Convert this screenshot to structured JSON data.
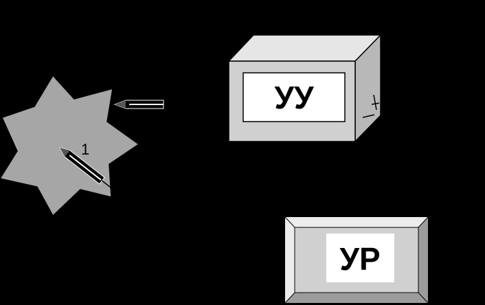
{
  "diagram": {
    "background_color": "#000000",
    "star": {
      "fill_color": "#a6a6a6",
      "label": "1"
    },
    "control_unit": {
      "label": "УУ",
      "front_color": "#d0d0d0",
      "top_color": "#e6e6e6",
      "side_color": "#b8b8b8",
      "label_bg_color": "#ffffff"
    },
    "regulator_unit": {
      "label": "УР",
      "face_color": "#d0d0d0",
      "bevel_light_color": "#ececec",
      "bevel_dark_color": "#9c9c9c",
      "label_bg_color": "#ffffff"
    },
    "icons": [
      "pen-icon",
      "pen-icon"
    ]
  }
}
